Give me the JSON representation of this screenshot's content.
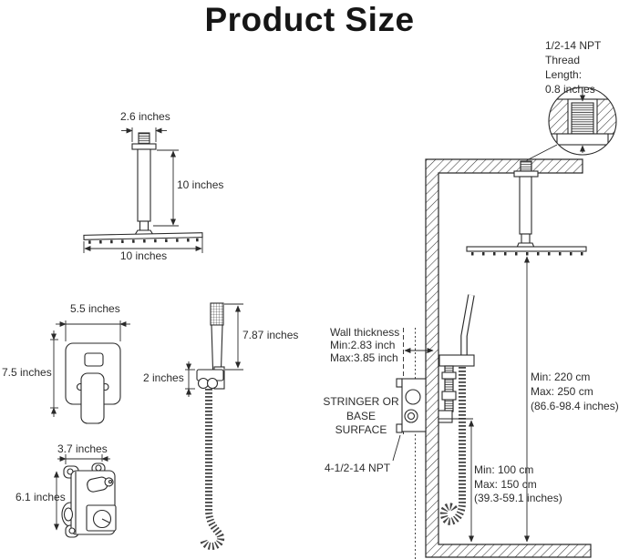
{
  "title": "Product Size",
  "annotations": {
    "thread_note": "1/2-14 NPT\nThread Length:\n0.8 inches",
    "ceiling_arm_width": "2.6 inches",
    "ceiling_arm_length": "10 inches",
    "shower_head_width": "10 inches",
    "trim_width": "5.5 inches",
    "trim_height": "7.5 inches",
    "handheld_length": "7.87 inches",
    "holder_height": "2 inches",
    "valve_width": "3.7 inches",
    "valve_height": "6.1 inches",
    "wall_thickness": "Wall thickness\nMin:2.83 inch\nMax:3.85 inch",
    "surface": "STRINGER OR\nBASE SURFACE",
    "valve_npt": "4-1/2-14 NPT",
    "shower_height": "Min: 220 cm\nMax: 250 cm\n(86.6-98.4 inches)",
    "handheld_height": "Min: 100 cm\nMax: 150 cm\n(39.3-59.1 inches)"
  },
  "colors": {
    "line": "#2a2a2a",
    "text": "#2d2d2d",
    "background": "#ffffff"
  }
}
